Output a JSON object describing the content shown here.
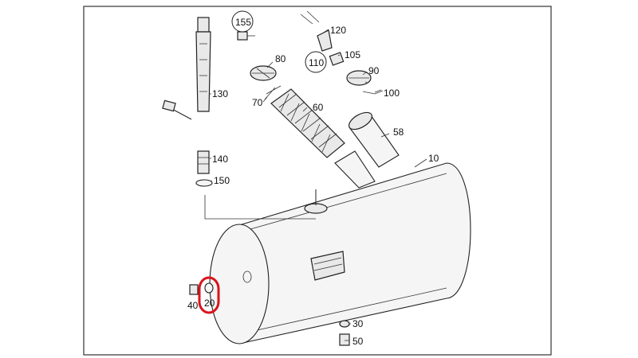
{
  "callouts": [
    {
      "id": "155",
      "ref": "155"
    },
    {
      "id": "120",
      "ref": "120"
    },
    {
      "id": "110",
      "ref": "110"
    },
    {
      "id": "105",
      "ref": "105"
    },
    {
      "id": "90",
      "ref": "90"
    },
    {
      "id": "100",
      "ref": "100"
    },
    {
      "id": "80",
      "ref": "80"
    },
    {
      "id": "70",
      "ref": "70"
    },
    {
      "id": "60",
      "ref": "60"
    },
    {
      "id": "58",
      "ref": "58"
    },
    {
      "id": "130",
      "ref": "130"
    },
    {
      "id": "140",
      "ref": "140"
    },
    {
      "id": "150",
      "ref": "150"
    },
    {
      "id": "10",
      "ref": "10"
    },
    {
      "id": "40",
      "ref": "40"
    },
    {
      "id": "20",
      "ref": "20",
      "highlighted": true
    },
    {
      "id": "30",
      "ref": "30"
    },
    {
      "id": "50",
      "ref": "50"
    }
  ],
  "highlight_color": "#d9141c",
  "frame_color": "#333333"
}
